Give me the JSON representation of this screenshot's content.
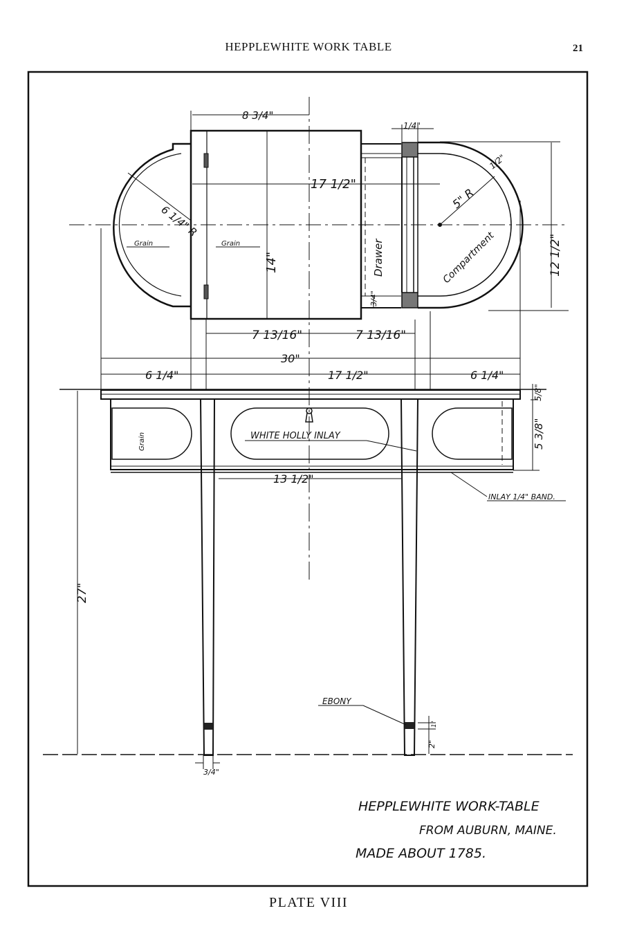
{
  "page": {
    "running_head": "HEPPLEWHITE WORK TABLE",
    "page_number": "21",
    "plate_caption": "PLATE VIII"
  },
  "drawing": {
    "caption_lines": [
      "HEPPLEWHITE WORK-TABLE",
      "FROM AUBURN, MAINE.",
      "MADE ABOUT 1785."
    ],
    "labels": {
      "grain_left": "Grain",
      "grain_center": "Grain",
      "drawer": "Drawer",
      "compartment": "Compartment",
      "white_holly_inlay": "WHITE HOLLY INLAY",
      "inlay_band": "INLAY 1/4\" BAND.",
      "ebony": "EBONY",
      "grain_apron": "Grain"
    },
    "dimensions": {
      "top_width_8_3_4": "8 3/4\"",
      "post_1_4": "1/4\"",
      "length_17_1_2_top": "17 1/2\"",
      "radius_6_1_4": "6 1/4\" R",
      "radius_5": "5\" R",
      "rim_1_2": "1/2\"",
      "height_14": "14\"",
      "depth_12_1_2": "12 1/2\"",
      "gap_3_4": "3/4\"",
      "half_7_13_16_left": "7 13/16\"",
      "half_7_13_16_right": "7 13/16\"",
      "overall_30": "30\"",
      "end_6_1_4_left": "6 1/4\"",
      "center_17_1_2": "17 1/2\"",
      "end_6_1_4_right": "6 1/4\"",
      "top_thickness_5_8": "5/8\"",
      "apron_5_3_8": "5 3/8\"",
      "between_legs_13_1_2": "13 1/2\"",
      "height_27": "27\"",
      "foot_3_4": "3/4\"",
      "ebony_1": "1\"",
      "ebony_2": "2\""
    }
  }
}
